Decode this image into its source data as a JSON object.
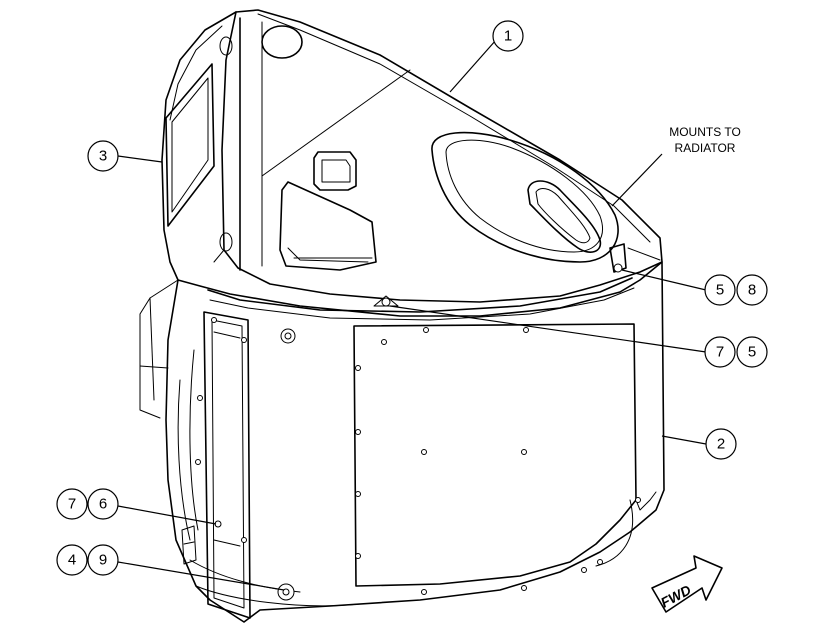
{
  "note": {
    "line1": "MOUNTS TO",
    "line2": "RADIATOR"
  },
  "direction_label": "FWD",
  "balloons": {
    "b1": "1",
    "b2": "2",
    "b3": "3",
    "b5a": "5",
    "b8": "8",
    "b7a": "7",
    "b5b": "5",
    "b7b": "7",
    "b6": "6",
    "b4": "4",
    "b9": "9"
  }
}
